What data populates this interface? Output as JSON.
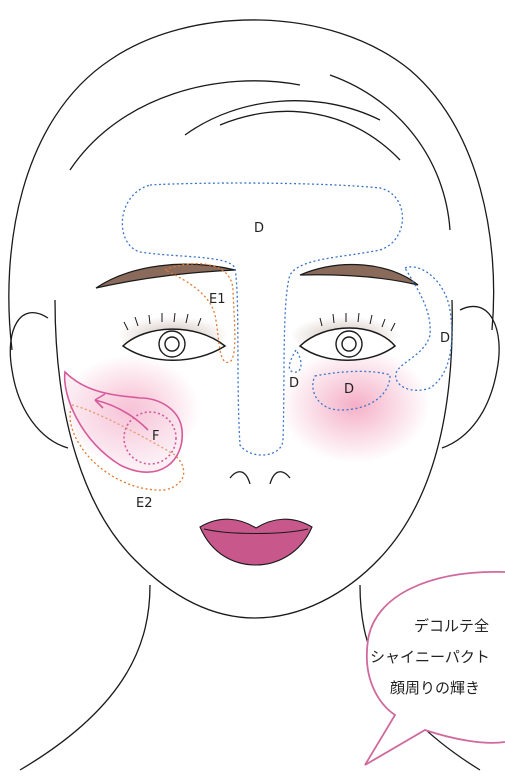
{
  "zones": {
    "d_forehead": "D",
    "d_cheek_left": "D",
    "d_cheek_right": "D",
    "d_temple": "D",
    "e1": "E1",
    "e2": "E2",
    "f": "F"
  },
  "bubble": {
    "lines": [
      "デコルテ全",
      "シャイニーパクト",
      "顔周りの輝き"
    ]
  },
  "colors": {
    "outline": "#1a1a1a",
    "zone_d": "#3b74c9",
    "zone_e": "#e07a30",
    "zone_f": "#d65a9b",
    "blush": "#f3a9c1",
    "lips": "#c8588c",
    "brow": "#8a6a5a",
    "bubble_border": "#d06a9e"
  }
}
